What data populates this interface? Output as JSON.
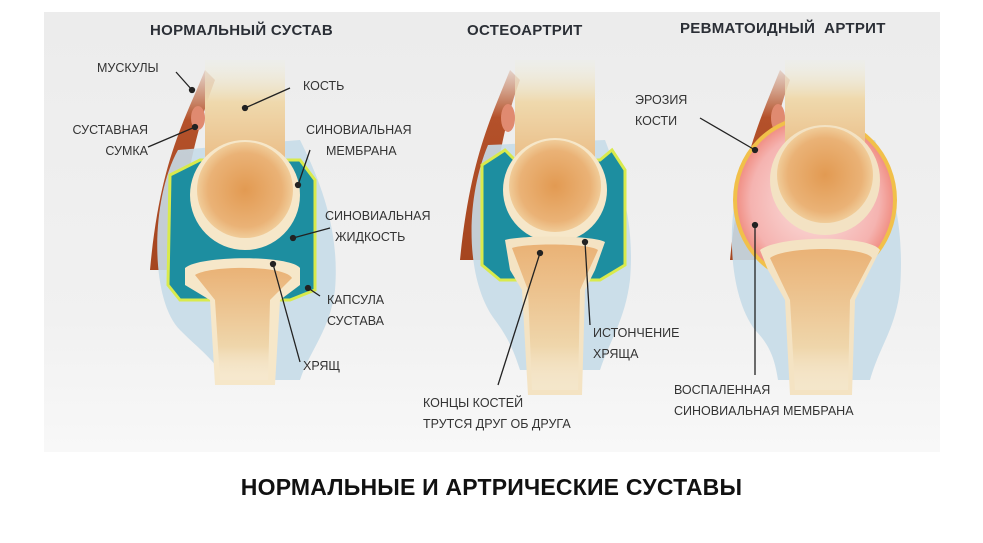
{
  "diagram": {
    "main_title": "НОРМАЛЬНЫЕ И АРТРИЧЕСКИЕ СУСТАВЫ",
    "panels": [
      {
        "title": "НОРМАЛЬНЫЙ СУСТАВ",
        "labels": {
          "muscles": "МУСКУЛЫ",
          "bone": "КОСТЬ",
          "bursa_1": "СУСТАВНАЯ",
          "bursa_2": "СУМКА",
          "synovial_membrane_1": "СИНОВИАЛЬНАЯ",
          "synovial_membrane_2": "МЕМБРАНА",
          "synovial_fluid_1": "СИНОВИАЛЬНАЯ",
          "synovial_fluid_2": "ЖИДКОСТЬ",
          "capsule_1": "КАПСУЛА",
          "capsule_2": "СУСТАВА",
          "cartilage": "ХРЯЩ"
        }
      },
      {
        "title": "ОСТЕОАРТРИТ",
        "labels": {
          "thinning_1": "ИСТОНЧЕНИЕ",
          "thinning_2": "ХРЯЩА",
          "bone_ends_1": "КОНЦЫ КОСТЕЙ",
          "bone_ends_2": "ТРУТСЯ ДРУГ ОБ ДРУГА"
        }
      },
      {
        "title": "РЕВМАТОИДНЫЙ  АРТРИТ",
        "labels": {
          "erosion_1": "ЭРОЗИЯ",
          "erosion_2": "КОСТИ",
          "inflamed_1": "ВОСПАЛЕННАЯ",
          "inflamed_2": "СИНОВИАЛЬНАЯ МЕМБРАНА"
        }
      }
    ],
    "colors": {
      "muscle": "#b5532a",
      "bone": "#f0d2a0",
      "marrow": "#e3a05a",
      "fluid": "#1f8fa0",
      "membrane": "#d7e84a",
      "capsule": "#b9d3e3",
      "inflamed": "#f2a0a0"
    }
  }
}
